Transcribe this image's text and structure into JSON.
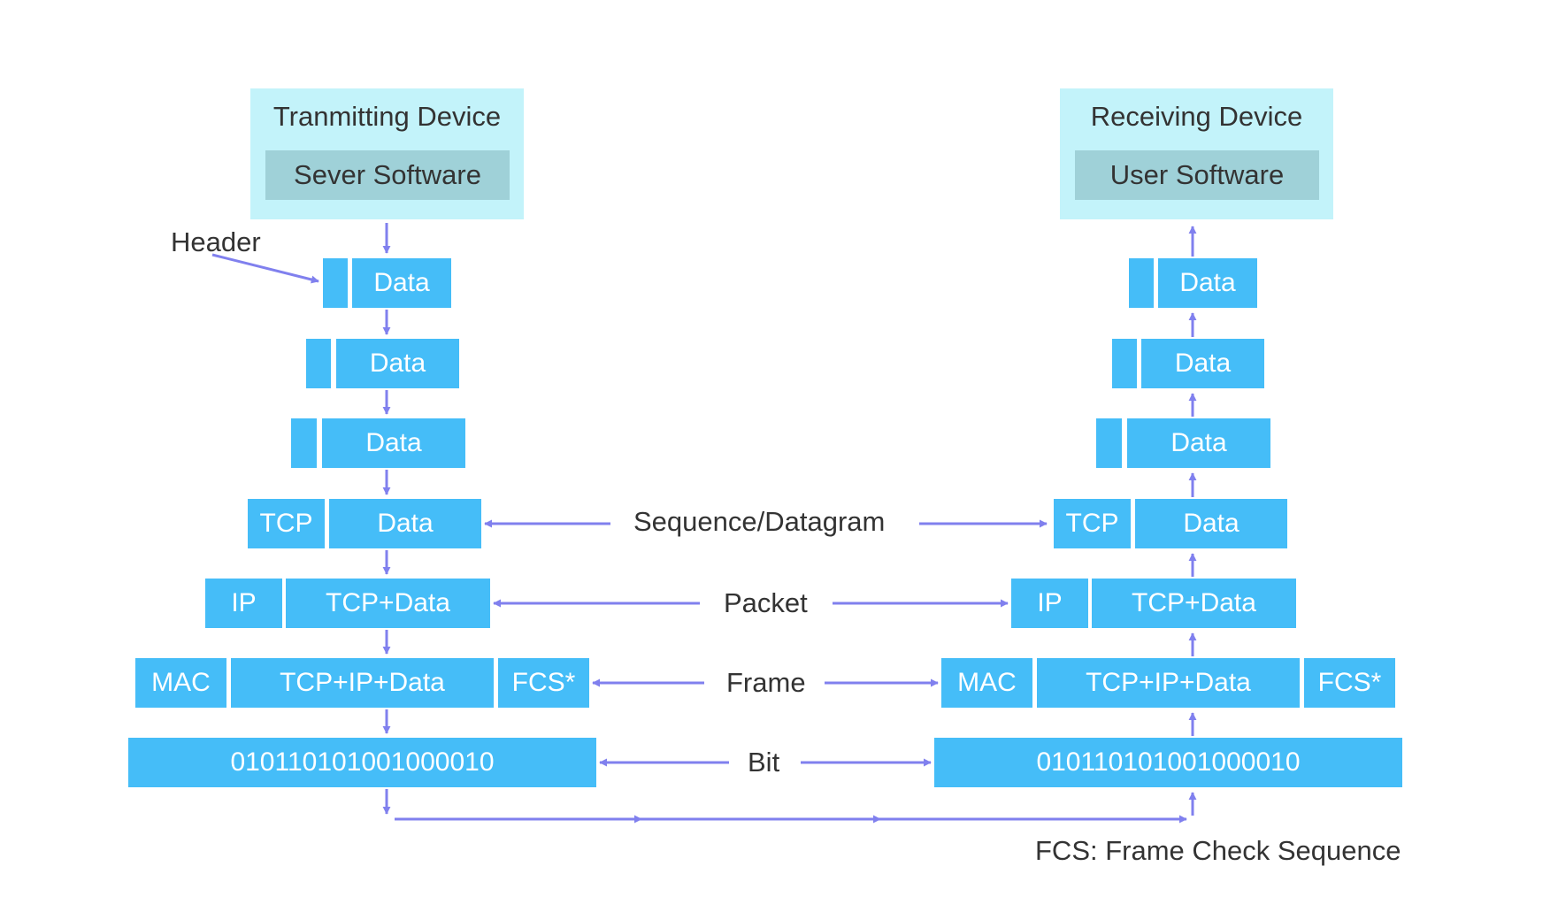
{
  "transmitting_device": {
    "title": "Tranmitting Device",
    "software": "Sever Software"
  },
  "receiving_device": {
    "title": "Receiving Device",
    "software": "User Software"
  },
  "header_label": "Header",
  "layers": {
    "data": "Data",
    "tcp": "TCP",
    "ip": "IP",
    "tcp_data": "TCP+Data",
    "mac": "MAC",
    "tcp_ip_data": "TCP+IP+Data",
    "fcs": "FCS*",
    "bits": "010110101001000010"
  },
  "connectors": {
    "sequence": "Sequence/Datagram",
    "packet": "Packet",
    "frame": "Frame",
    "bit": "Bit"
  },
  "footnote": "FCS: Frame Check Sequence",
  "colors": {
    "block": "#45bdf8",
    "device_bg": "#c3f3fa",
    "software_bg": "#9fd1d8",
    "arrow": "#8080ee"
  }
}
